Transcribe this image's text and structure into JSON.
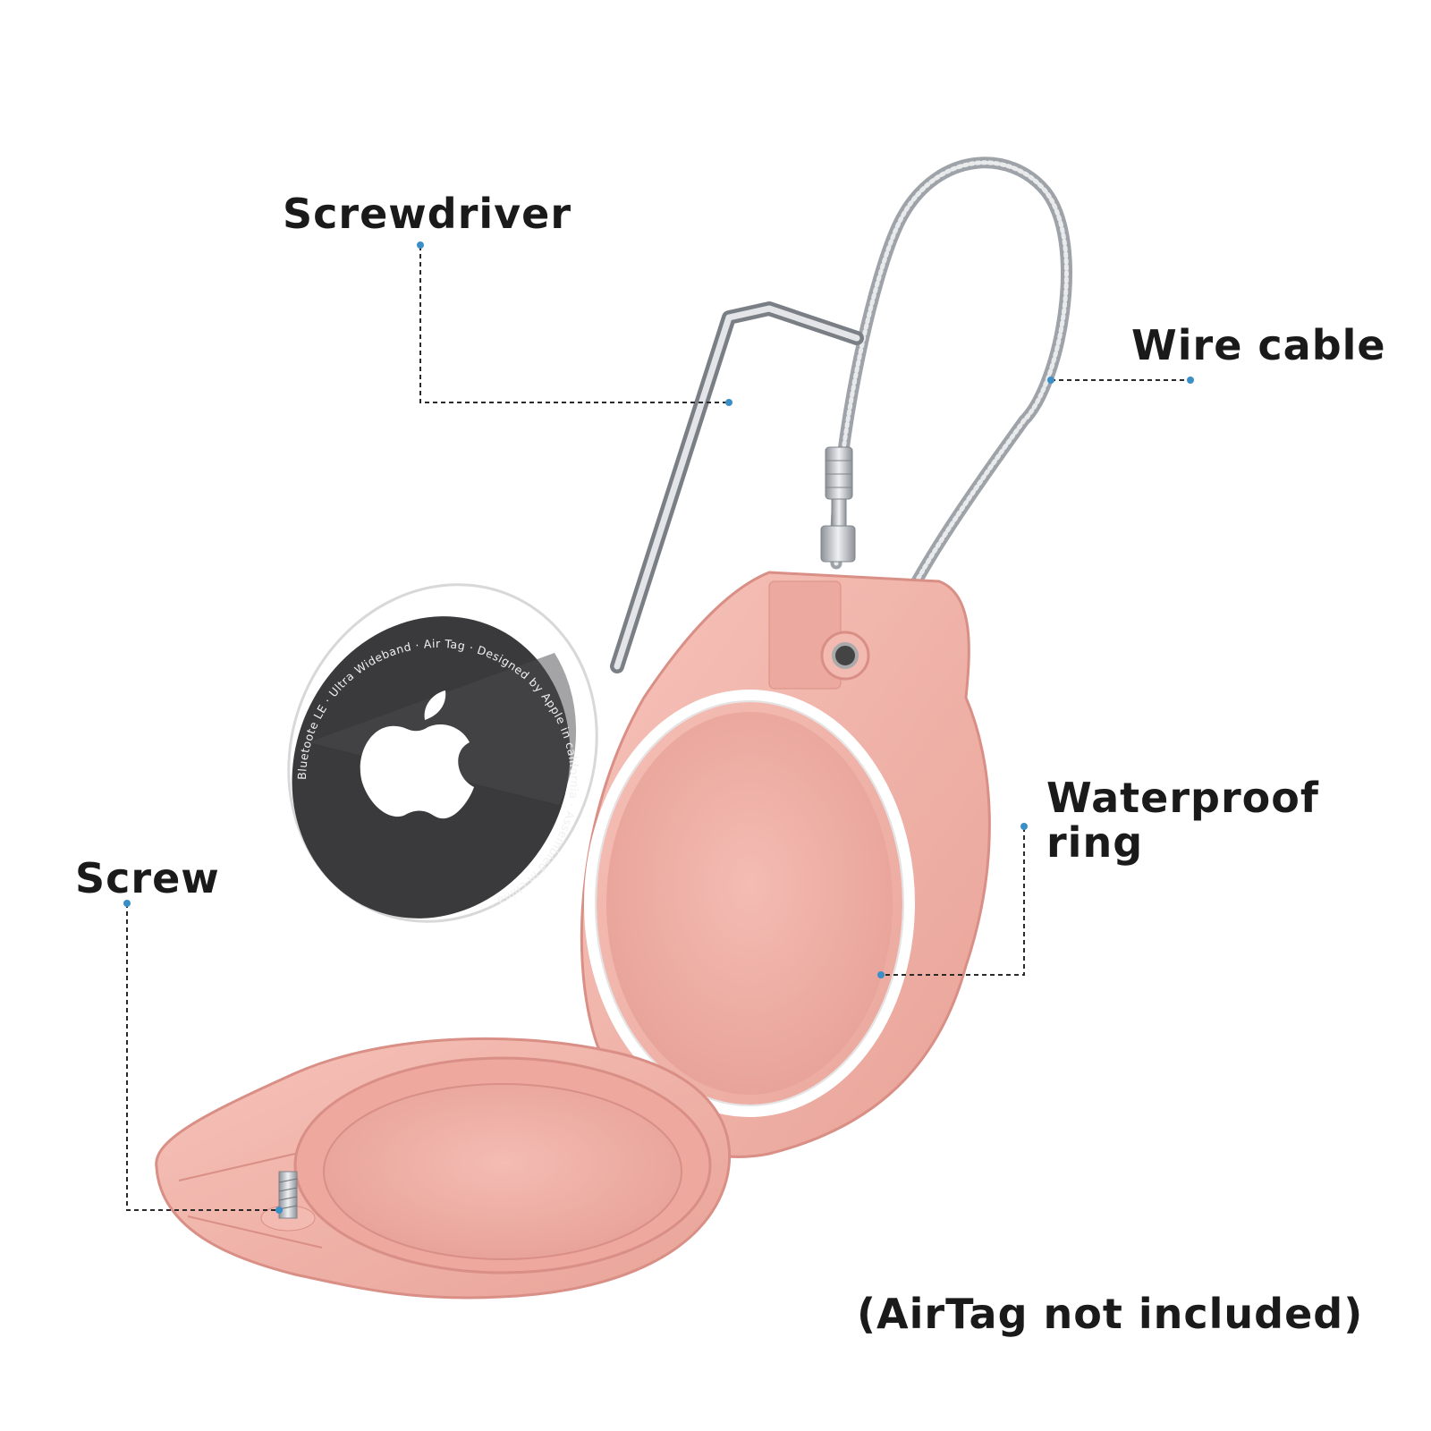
{
  "labels": {
    "screwdriver": "Screwdriver",
    "wire_cable": "Wire cable",
    "waterproof_ring_line1": "Waterproof",
    "waterproof_ring_line2": "ring",
    "screw": "Screw",
    "airtag_note": "(AirTag not included)"
  },
  "airtag_ring_text": "Bluetoote LE · Ultra Wideband · Air Tag · Designed by Apple in california · Assembled in china ·",
  "colors": {
    "background": "#ffffff",
    "case_pink": "#f2b6ad",
    "case_pink_dark": "#e49d93",
    "airtag_dark": "#3a3a3c",
    "metal": "#b8bcc2",
    "leader_line": "#2a2a2a",
    "leader_dot": "#3b8fc7"
  }
}
